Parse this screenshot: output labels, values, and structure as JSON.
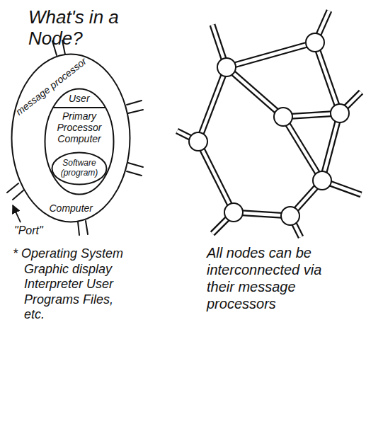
{
  "diagram": {
    "title": "What's in a Node?",
    "nodes": [
      {
        "text": [
          "message processor",
          "Computer"
        ]
      },
      {
        "text": [
          "User",
          "Primary Processor Computer"
        ],
        "in": 0
      },
      {
        "text": [
          "Software (program)"
        ],
        "in": 1
      }
    ],
    "labels": [
      "\"Port\"",
      "* Operating System Graphic display Interpreter User Programs Files, etc.",
      "All nodes can be interconnected via their message processors"
    ]
  }
}
